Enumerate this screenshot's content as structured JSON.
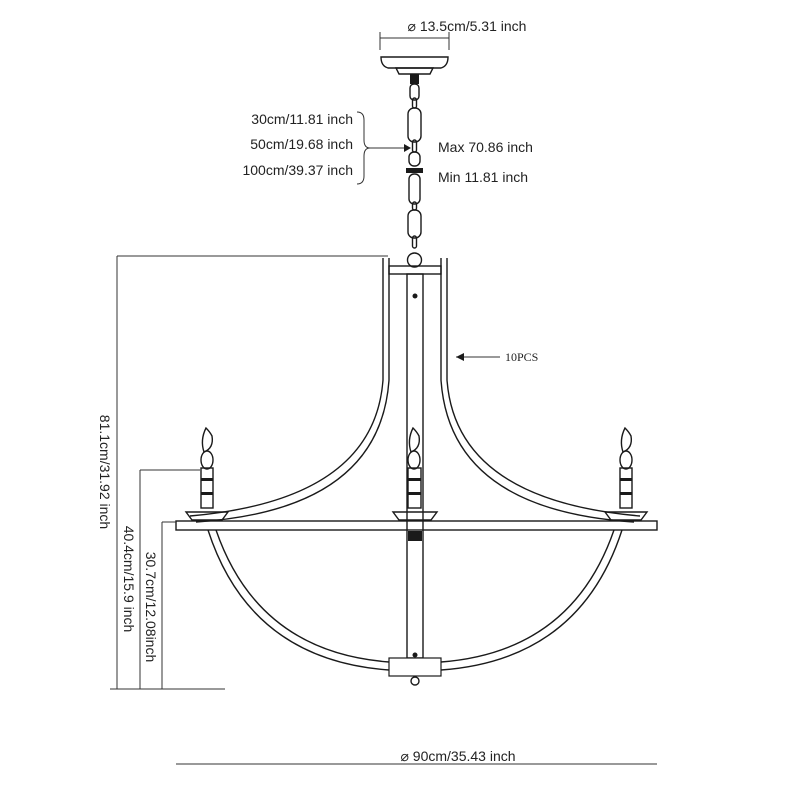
{
  "labels": {
    "canopy_diameter": "⌀ 13.5cm/5.31 inch",
    "chain_option_1": "30cm/11.81 inch",
    "chain_option_2": "50cm/19.68 inch",
    "chain_option_3": "100cm/39.37 inch",
    "max_length": "Max 70.86 inch",
    "min_length": "Min 11.81 inch",
    "pieces": "10PCS",
    "total_height": "81.1cm/31.92 inch",
    "body_height": "40.4cm/15.9 inch",
    "lower_height": "30.7cm/12.08inch",
    "overall_diameter": "⌀ 90cm/35.43 inch"
  }
}
